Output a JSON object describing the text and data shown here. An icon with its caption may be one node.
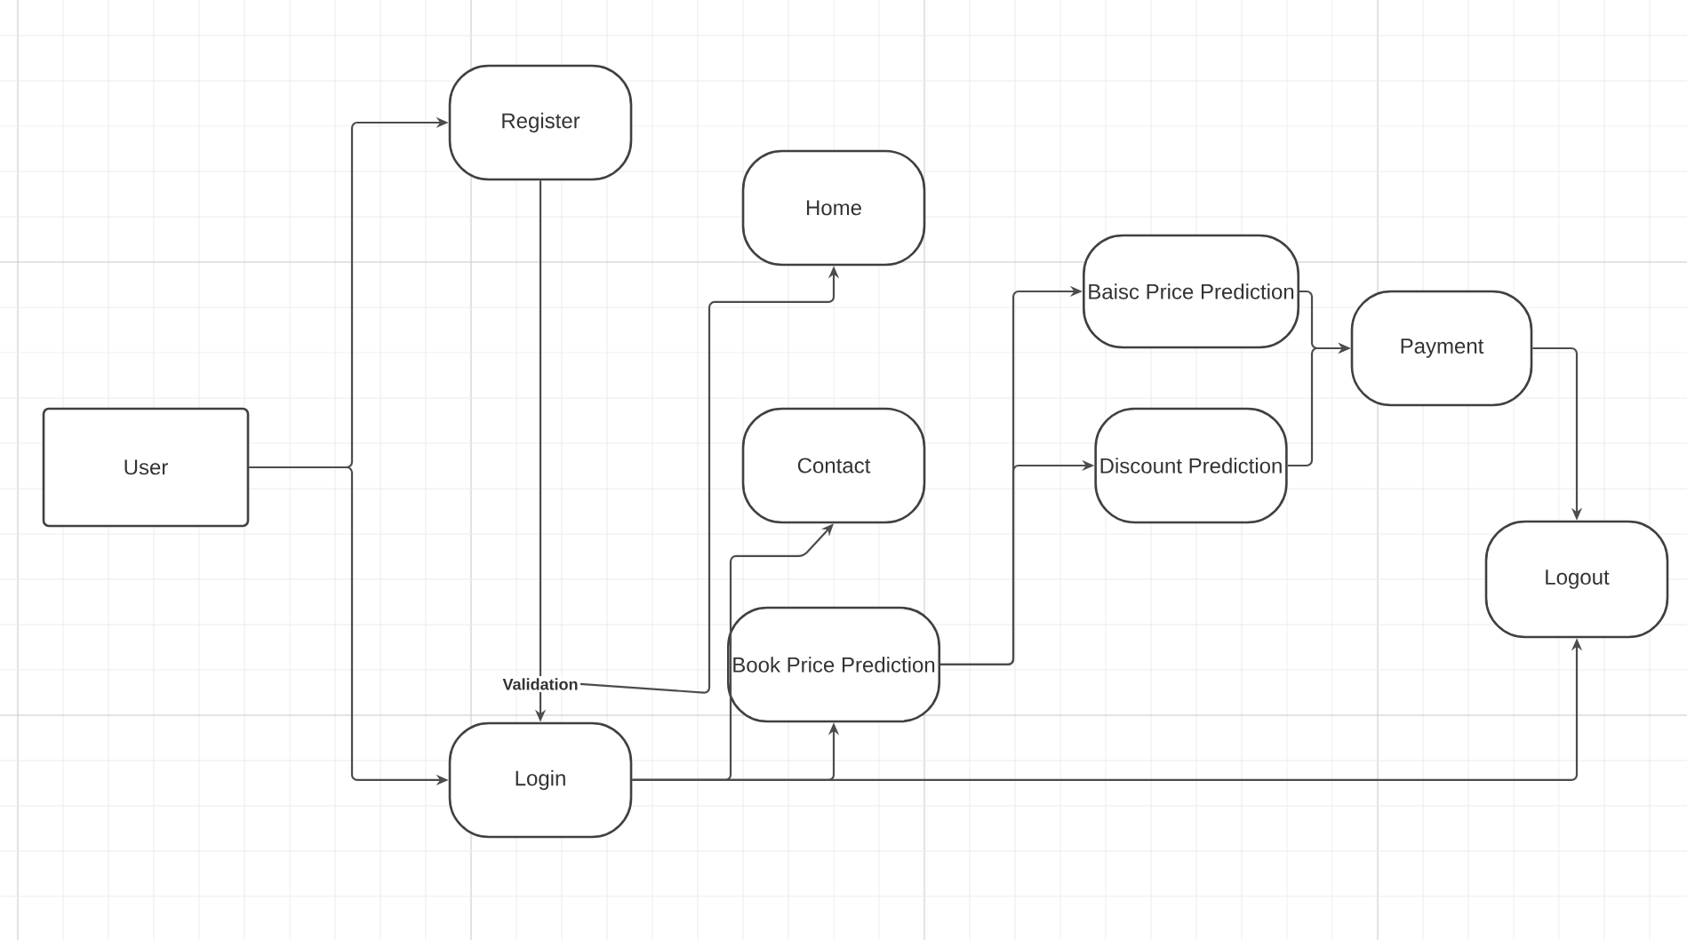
{
  "diagram": {
    "nodes": [
      {
        "text": [
          "Register"
        ]
      },
      {
        "text": [
          "Home"
        ]
      },
      {
        "text": [
          "Baisc Price Prediction"
        ]
      },
      {
        "text": [
          "Payment"
        ]
      },
      {
        "text": [
          "User"
        ]
      },
      {
        "text": [
          "Contact"
        ]
      },
      {
        "text": [
          "Discount Prediction"
        ]
      },
      {
        "text": [
          "Logout"
        ]
      },
      {
        "text": [
          "Book Price Prediction"
        ]
      },
      {
        "text": [
          "Validation"
        ]
      },
      {
        "text": [
          "Login"
        ]
      }
    ],
    "edges": [
      {
        "from": 4,
        "to": 0,
        "arrow": "to"
      },
      {
        "from": 4,
        "to": 10,
        "arrow": "to"
      },
      {
        "from": 0,
        "to": 9,
        "arrow": "none"
      },
      {
        "from": 9,
        "to": 10,
        "arrow": "to"
      },
      {
        "from": 9,
        "to": 1,
        "arrow": "to"
      },
      {
        "from": 10,
        "to": 5,
        "arrow": "to"
      },
      {
        "from": 10,
        "to": 8,
        "arrow": "to"
      },
      {
        "from": 10,
        "to": 7,
        "arrow": "to"
      },
      {
        "from": 8,
        "to": 2,
        "arrow": "to"
      },
      {
        "from": 8,
        "to": 6,
        "arrow": "to"
      },
      {
        "from": 2,
        "to": 3,
        "arrow": "to"
      },
      {
        "from": 6,
        "to": 3,
        "arrow": "to"
      },
      {
        "from": 3,
        "to": 7,
        "arrow": "to"
      }
    ]
  }
}
